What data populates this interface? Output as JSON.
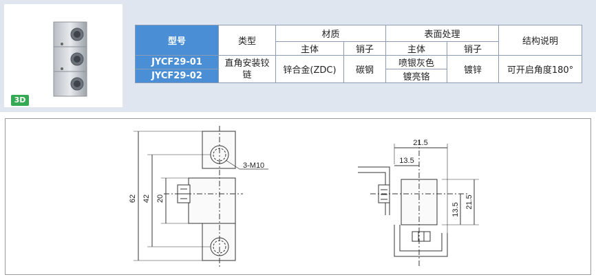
{
  "badge": "3D",
  "table": {
    "headers": {
      "model": "型号",
      "type": "类型",
      "material": "材质",
      "surface": "表面处理",
      "structure": "结构说明"
    },
    "subheaders": {
      "material_body": "主体",
      "material_pin": "销子",
      "surface_body": "主体",
      "surface_pin": "销子"
    },
    "rows": [
      {
        "model": "JYCF29-01",
        "surface_body": "喷银灰色"
      },
      {
        "model": "JYCF29-02",
        "surface_body": "镀亮铬"
      }
    ],
    "type_value": "直角安装铰链",
    "material_body_value": "锌合金(ZDC)",
    "material_pin_value": "碳钢",
    "surface_pin_value": "镀锌",
    "structure_value": "可开启角度180°"
  },
  "drawing": {
    "left": {
      "dim_62": "62",
      "dim_42": "42",
      "dim_20": "20",
      "thread": "3-M10"
    },
    "right": {
      "dim_215_top": "21.5",
      "dim_135_top": "13.5",
      "dim_135_side": "13.5",
      "dim_215_side": "21.5"
    }
  },
  "colors": {
    "header_blue": "#4a8fd6",
    "band": "#dfe6f0",
    "badge_green": "#35a853"
  }
}
